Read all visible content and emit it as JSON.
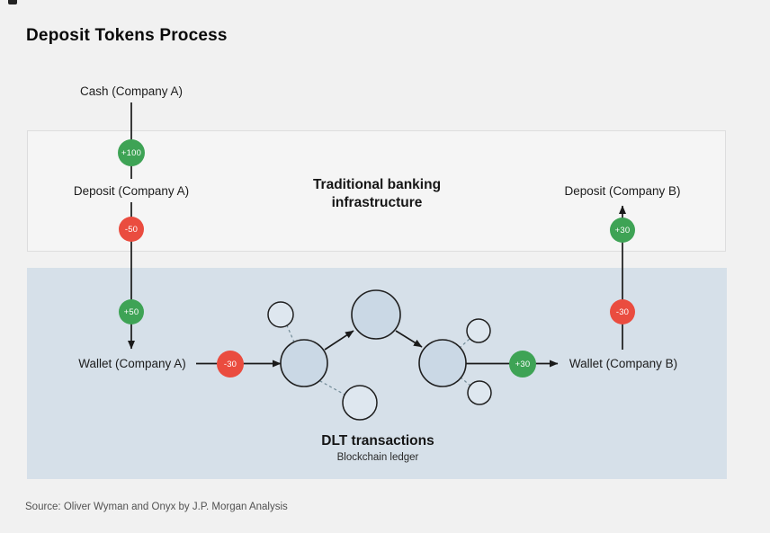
{
  "title": "Deposit Tokens Process",
  "source_note": "Source: Oliver Wyman and Onyx by J.P. Morgan Analysis",
  "sections": {
    "traditional_banking": {
      "label": "Traditional banking infrastructure"
    },
    "dlt": {
      "label": "DLT transactions",
      "sublabel": "Blockchain ledger"
    }
  },
  "entities": {
    "cash_a": "Cash (Company A)",
    "deposit_a": "Deposit (Company A)",
    "wallet_a": "Wallet (Company A)",
    "wallet_b": "Wallet (Company B)",
    "deposit_b": "Deposit (Company B)"
  },
  "badges": [
    {
      "id": "cash-a-credit",
      "value": "+100",
      "kind": "credit"
    },
    {
      "id": "deposit-a-debit",
      "value": "-50",
      "kind": "debit"
    },
    {
      "id": "wallet-a-credit",
      "value": "+50",
      "kind": "credit"
    },
    {
      "id": "wallet-a-to-dlt",
      "value": "-30",
      "kind": "debit"
    },
    {
      "id": "dlt-to-wallet-b",
      "value": "+30",
      "kind": "credit"
    },
    {
      "id": "wallet-b-debit",
      "value": "-30",
      "kind": "debit"
    },
    {
      "id": "deposit-b-credit",
      "value": "+30",
      "kind": "credit"
    }
  ],
  "colors": {
    "credit": "#3EA355",
    "debit": "#EA4C3F",
    "dlt_bg": "#D6E0E9",
    "node_fill": "#CAD8E5",
    "subnode_fill": "#DEE7EF"
  }
}
